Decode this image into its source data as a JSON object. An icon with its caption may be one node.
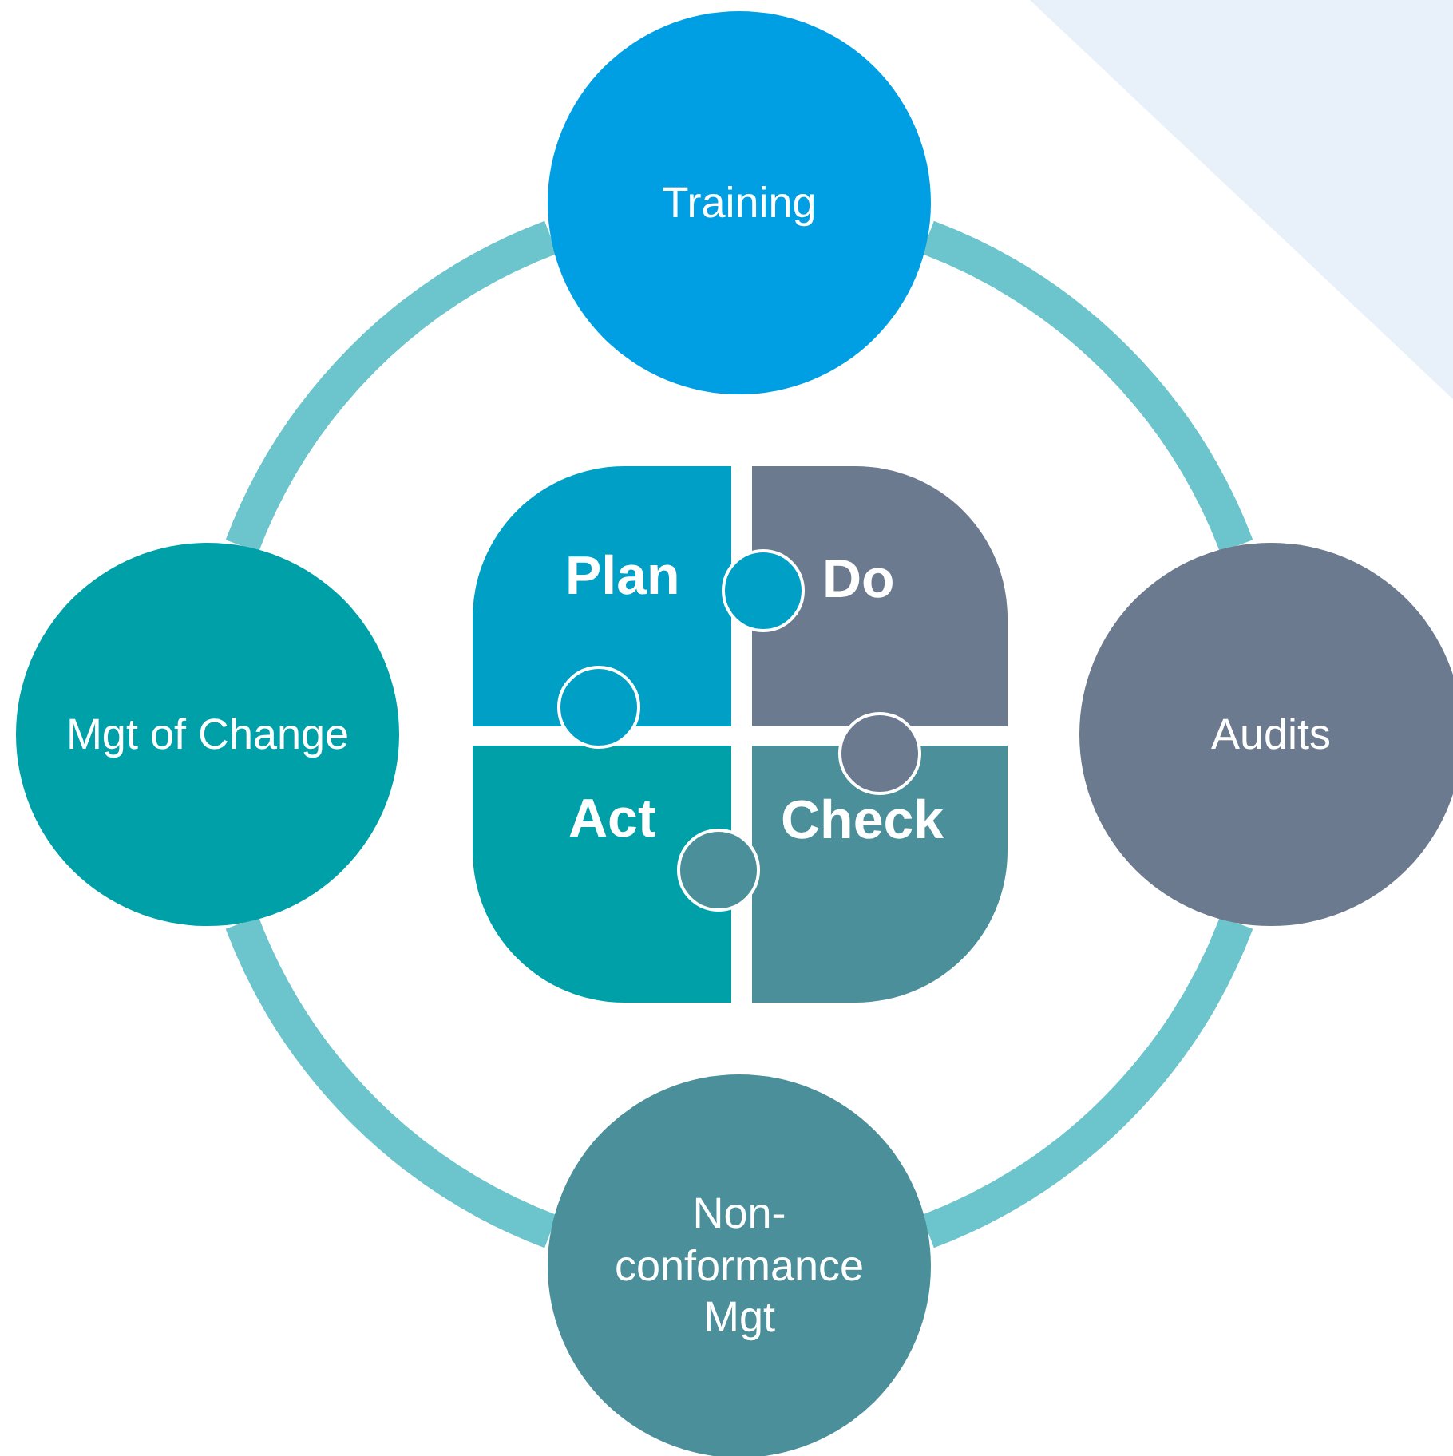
{
  "diagram": {
    "nodes": [
      {
        "text": [
          "Training"
        ]
      },
      {
        "text": [
          "Audits"
        ]
      },
      {
        "text": [
          "Non-conformance Mgt"
        ]
      },
      {
        "text": [
          "Mgt of Change"
        ]
      },
      {
        "text": [
          "Plan"
        ]
      },
      {
        "text": [
          "Do"
        ]
      },
      {
        "text": [
          "Check"
        ]
      },
      {
        "text": [
          "Act"
        ]
      }
    ],
    "edges": [
      {
        "from": 0,
        "to": 1,
        "arrow": "none"
      },
      {
        "from": 1,
        "to": 2,
        "arrow": "none"
      },
      {
        "from": 2,
        "to": 3,
        "arrow": "none"
      },
      {
        "from": 3,
        "to": 0,
        "arrow": "none"
      }
    ]
  }
}
